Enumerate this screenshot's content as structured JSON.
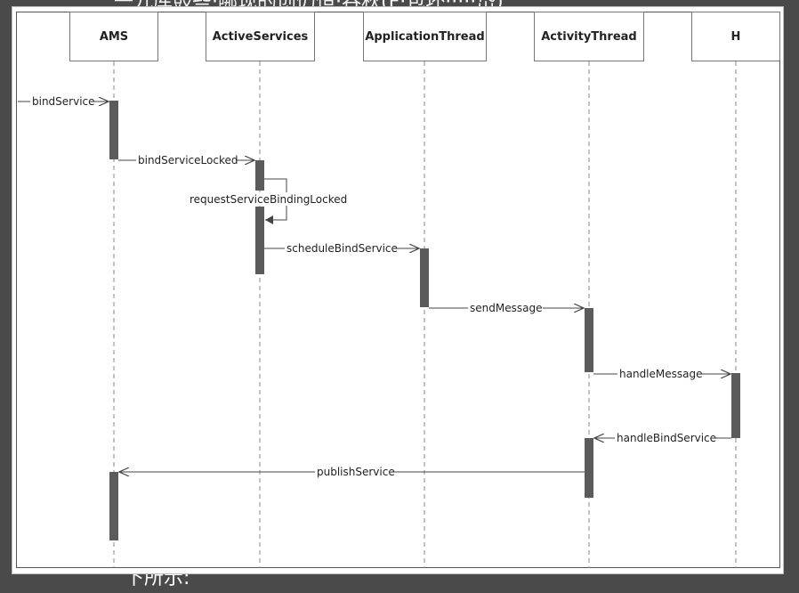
{
  "page": {
    "top_text": "一九库鼓些·哪现的创仍恒·吞秋(F·包坏·····岱)",
    "bottom_text": "下所示:"
  },
  "lifelines": [
    {
      "id": "ams",
      "label": "AMS"
    },
    {
      "id": "activeservices",
      "label": "ActiveServices"
    },
    {
      "id": "applicationthread",
      "label": "ApplicationThread"
    },
    {
      "id": "activitythread",
      "label": "ActivityThread"
    },
    {
      "id": "h",
      "label": "H"
    }
  ],
  "messages": [
    {
      "id": "bindservice",
      "label": "bindService"
    },
    {
      "id": "bindservicelocked",
      "label": "bindServiceLocked"
    },
    {
      "id": "requestservicebindinglocked",
      "label": "requestServiceBindingLocked"
    },
    {
      "id": "schedulebindservice",
      "label": "scheduleBindService"
    },
    {
      "id": "sendmessage",
      "label": "sendMessage"
    },
    {
      "id": "handlemessage",
      "label": "handleMessage"
    },
    {
      "id": "handlebindservice",
      "label": "handleBindService"
    },
    {
      "id": "publishservice",
      "label": "publishService"
    }
  ]
}
